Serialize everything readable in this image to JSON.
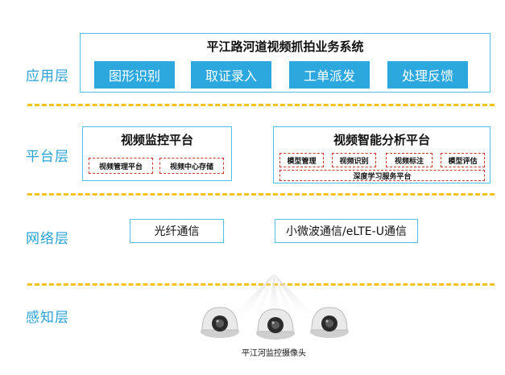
{
  "layers": {
    "application": "应用层",
    "platform": "平台层",
    "network": "网络层",
    "perception": "感知层"
  },
  "application_panel": {
    "title": "平江路河道视频抓拍业务系统",
    "buttons": [
      "图形识别",
      "取证录入",
      "工单派发",
      "处理反馈"
    ]
  },
  "video_monitor_platform": {
    "title": "视频监控平台",
    "items": [
      "视频管理平台",
      "视频中心存储"
    ]
  },
  "video_analysis_platform": {
    "title": "视频智能分析平台",
    "items": [
      "模型管理",
      "视频识别",
      "视频标注",
      "模型评估"
    ],
    "bottom_item": "深度学习服务平台"
  },
  "network": {
    "fiber": "光纤通信",
    "microwave": "小微波通信/eLTE-U通信"
  },
  "perception": {
    "caption": "平江河监控摄像头"
  },
  "colors": {
    "accent_blue": "#2da8df",
    "border_blue": "#4fc1e9",
    "dash_yellow": "#f5c21b",
    "dashed_red": "#c0392b"
  }
}
